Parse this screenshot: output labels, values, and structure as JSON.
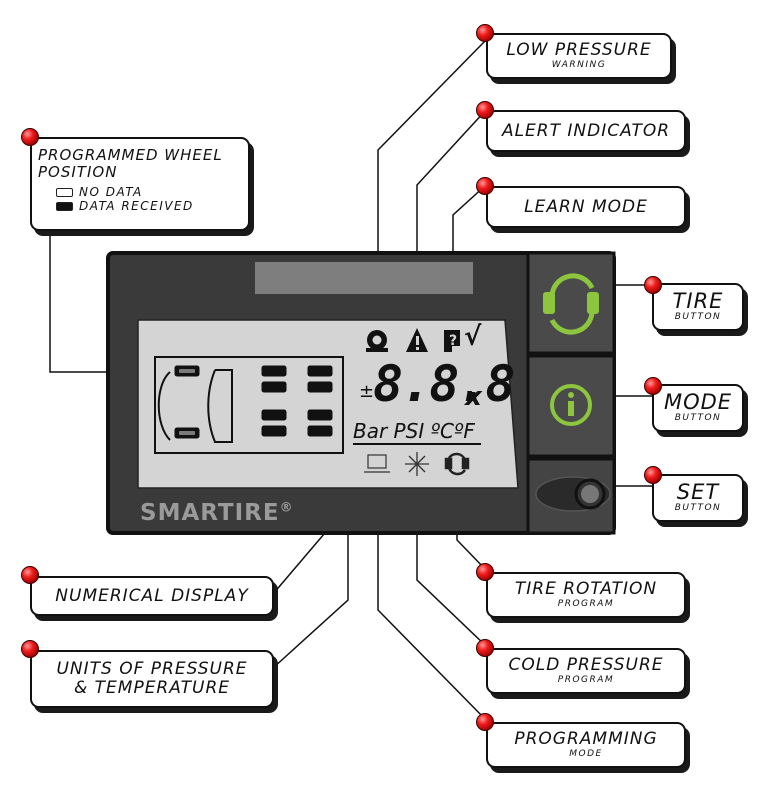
{
  "brand": {
    "name": "SMARTIRE",
    "mark": "®"
  },
  "display": {
    "readout": "8.8.8",
    "plus_minus": "±",
    "multiplier": "x",
    "units": "Bar PSI ºCºF",
    "check": "√"
  },
  "callouts": {
    "low_pressure": {
      "main": "LOW PRESSURE",
      "sub": "WARNING"
    },
    "alert_indicator": {
      "main": "ALERT INDICATOR"
    },
    "learn_mode": {
      "main": "LEARN MODE"
    },
    "programmed_wheel": {
      "title_line1": "PROGRAMMED WHEEL",
      "title_line2": "POSITION",
      "legend_no_data": "NO DATA",
      "legend_received": "DATA RECEIVED"
    },
    "tire_button": {
      "main": "TIRE",
      "sub": "BUTTON"
    },
    "mode_button": {
      "main": "MODE",
      "sub": "BUTTON"
    },
    "set_button": {
      "main": "SET",
      "sub": "BUTTON"
    },
    "numerical_display": {
      "main": "NUMERICAL DISPLAY"
    },
    "units": {
      "line1": "UNITS OF PRESSURE",
      "line2": "& TEMPERATURE"
    },
    "tire_rotation": {
      "main": "TIRE ROTATION",
      "sub": "PROGRAM"
    },
    "cold_pressure": {
      "main": "COLD PRESSURE",
      "sub": "PROGRAM"
    },
    "programming": {
      "main": "PROGRAMMING",
      "sub": "MODE"
    }
  },
  "colors": {
    "accent_green": "#8cc63f",
    "alert_red": "#e01010",
    "lcd_background": "#d3d3d3",
    "device_body": "#3c3c3c"
  },
  "icons": [
    "tire-warning-icon",
    "alert-triangle-icon",
    "learn-mode-icon",
    "computer-icon",
    "snowflake-icon",
    "rotation-arrows-icon",
    "info-icon",
    "set-knob-icon"
  ]
}
